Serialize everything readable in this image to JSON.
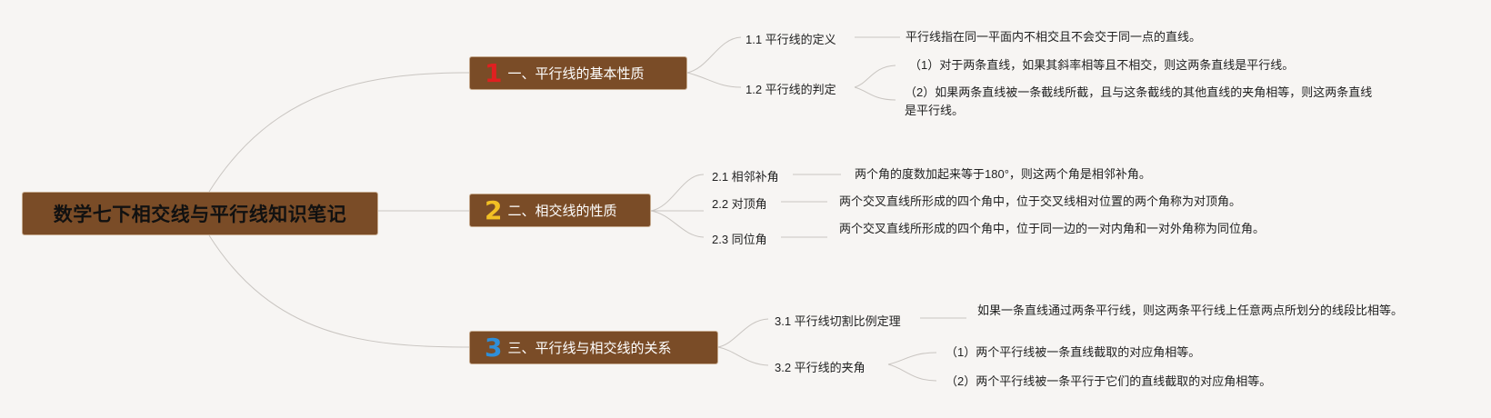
{
  "root": {
    "title": "数学七下相交线与平行线知识笔记"
  },
  "topics": [
    {
      "number": "1",
      "number_color": "#e02020",
      "title": "一、平行线的基本性质",
      "subs": [
        {
          "title": "1.1 平行线的定义",
          "details": [
            "平行线指在同一平面内不相交且不会交于同一点的直线。"
          ]
        },
        {
          "title": "1.2 平行线的判定",
          "details": [
            "（1）对于两条直线，如果其斜率相等且不相交，则这两条直线是平行线。",
            "（2）如果两条直线被一条截线所截，且与这条截线的其他直线的夹角相等，则这两条直线是平行线。"
          ]
        }
      ]
    },
    {
      "number": "2",
      "number_color": "#f2c024",
      "title": "二、相交线的性质",
      "subs": [
        {
          "title": "2.1 相邻补角",
          "details": [
            "两个角的度数加起来等于180°，则这两个角是相邻补角。"
          ]
        },
        {
          "title": "2.2 对顶角",
          "details": [
            "两个交叉直线所形成的四个角中，位于交叉线相对位置的两个角称为对顶角。"
          ]
        },
        {
          "title": "2.3 同位角",
          "details": [
            "两个交叉直线所形成的四个角中，位于同一边的一对内角和一对外角称为同位角。"
          ]
        }
      ]
    },
    {
      "number": "3",
      "number_color": "#2f8fd8",
      "title": "三、平行线与相交线的关系",
      "subs": [
        {
          "title": "3.1 平行线切割比例定理",
          "details": [
            "如果一条直线通过两条平行线，则这两条平行线上任意两点所划分的线段比相等。"
          ]
        },
        {
          "title": "3.2 平行线的夹角",
          "details": [
            "（1）两个平行线被一条直线截取的对应角相等。",
            "（2）两个平行线被一条平行于它们的直线截取的对应角相等。"
          ]
        }
      ]
    }
  ]
}
